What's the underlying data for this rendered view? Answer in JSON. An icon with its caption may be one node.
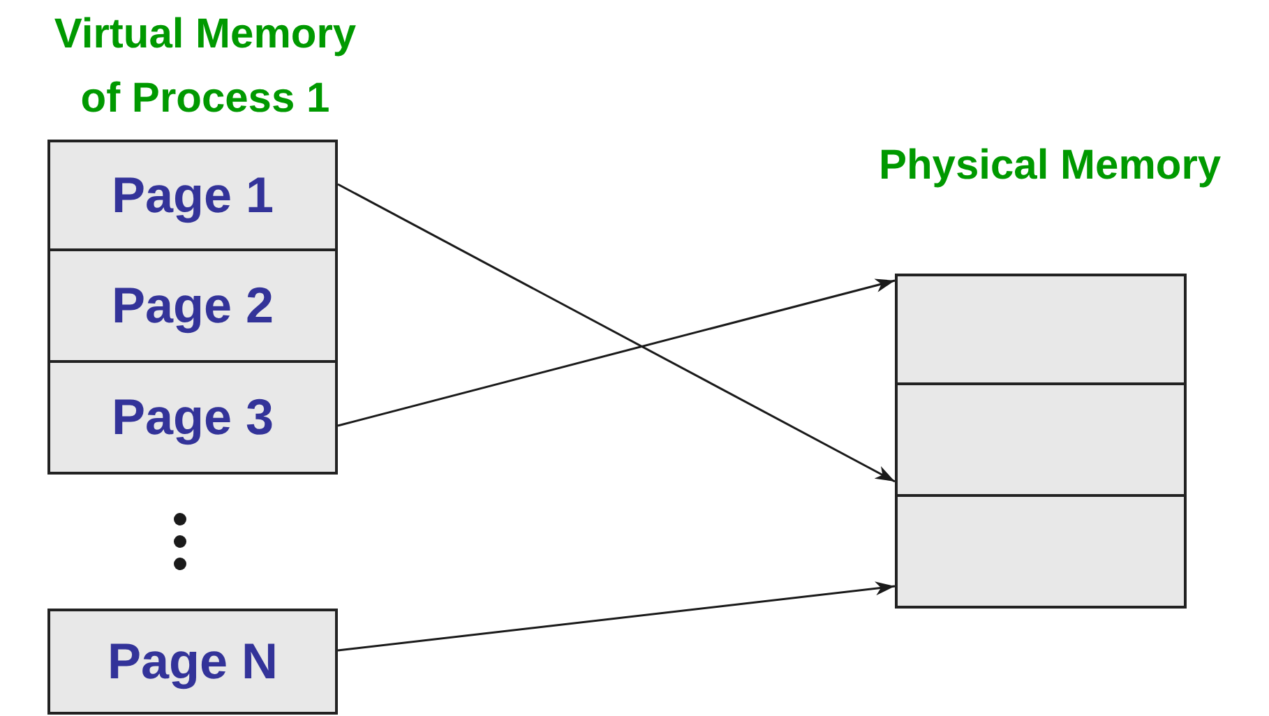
{
  "diagram": {
    "nodes": [
      {
        "text": [
          "Page 1"
        ]
      },
      {
        "text": [
          "Page 2"
        ]
      },
      {
        "text": [
          "Page 3"
        ]
      },
      {
        "text": [
          "Page N"
        ]
      },
      {
        "text": [],
        "shape": "box"
      },
      {
        "text": [],
        "shape": "box"
      },
      {
        "text": [],
        "shape": "box"
      }
    ],
    "edges": [
      {
        "from": 0,
        "to": 5,
        "arrow": "to"
      },
      {
        "from": 2,
        "to": 4,
        "arrow": "to"
      },
      {
        "from": 3,
        "to": 6,
        "arrow": "to"
      }
    ],
    "labels": [
      "Virtual Memory of Process 1",
      "Physical Memory"
    ]
  }
}
